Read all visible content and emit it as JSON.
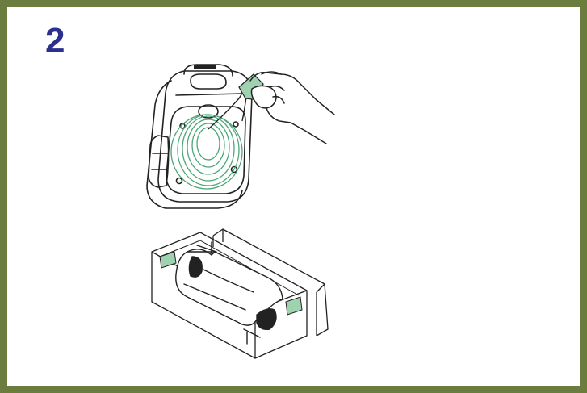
{
  "step": {
    "number": "2"
  },
  "colors": {
    "frame_border": "#6b7c3f",
    "step_number": "#2b2f8e",
    "pad_accent": "#4aa678",
    "tape_accent": "#9fd3b0",
    "line_art": "#222222"
  },
  "illustrations": {
    "top": "defibrillator-with-electrode-pad-being-peeled",
    "bottom": "electrode-pads-in-open-box"
  }
}
